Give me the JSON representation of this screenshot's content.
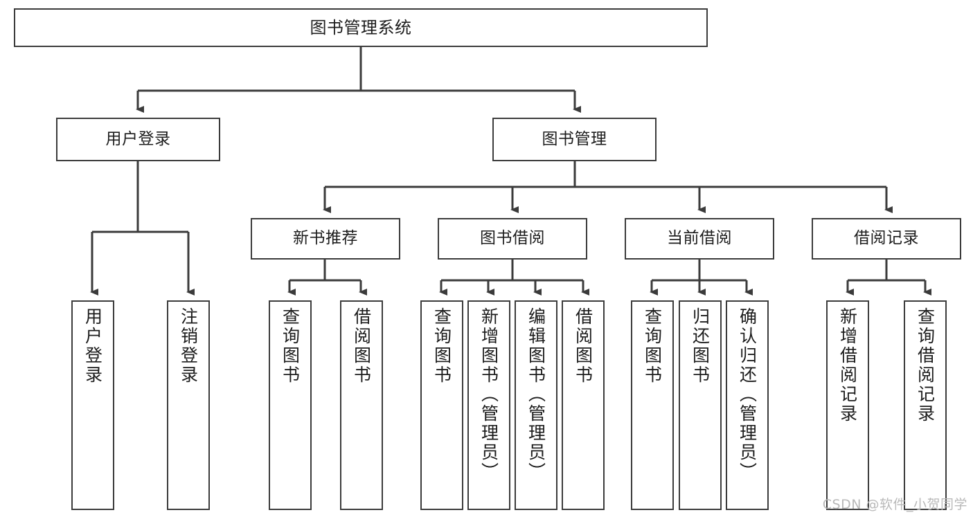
{
  "diagram": {
    "title": "图书管理系统",
    "type": "tree-hierarchy-diagram",
    "stroke_color": "#3b3b3b",
    "background_color": "#ffffff",
    "text_color": "#1c1c1c"
  },
  "root": {
    "label": "图书管理系统"
  },
  "level1": [
    {
      "label": "用户登录"
    },
    {
      "label": "图书管理"
    }
  ],
  "level2": [
    {
      "label": "新书推荐"
    },
    {
      "label": "图书借阅"
    },
    {
      "label": "当前借阅"
    },
    {
      "label": "借阅记录"
    }
  ],
  "leaves": {
    "user_login": [
      {
        "label": "用户登录"
      },
      {
        "label": "注销登录"
      }
    ],
    "new_book_recommend": [
      {
        "label": "查询图书"
      },
      {
        "label": "借阅图书"
      }
    ],
    "book_borrow": [
      {
        "label": "查询图书"
      },
      {
        "label": "新增图书（管理员）"
      },
      {
        "label": "编辑图书（管理员）"
      },
      {
        "label": "借阅图书"
      }
    ],
    "current_borrow": [
      {
        "label": "查询图书"
      },
      {
        "label": "归还图书"
      },
      {
        "label": "确认归还（管理员）"
      }
    ],
    "borrow_record": [
      {
        "label": "新增借阅记录"
      },
      {
        "label": "查询借阅记录"
      }
    ]
  },
  "watermark": {
    "text": "CSDN @软件_小贺同学"
  }
}
